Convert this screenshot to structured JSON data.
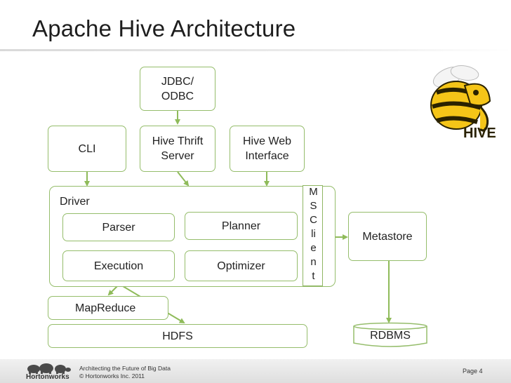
{
  "slide": {
    "title": "Apache Hive Architecture"
  },
  "components": {
    "jdbc_odbc": "JDBC/\nODBC",
    "cli": "CLI",
    "hive_thrift_server": "Hive Thrift\nServer",
    "hive_web_interface": "Hive Web\nInterface",
    "driver": "Driver",
    "parser": "Parser",
    "planner": "Planner",
    "execution": "Execution",
    "optimizer": "Optimizer",
    "ms_client_letters": [
      "M",
      "S",
      "C",
      "li",
      "e",
      "n",
      "t"
    ],
    "metastore": "Metastore",
    "mapreduce": "MapReduce",
    "hdfs": "HDFS",
    "rdbms": "RDBMS"
  },
  "logo": {
    "text": "HIVE",
    "icon": "hive-bee-elephant-icon"
  },
  "footer": {
    "line1": "Architecting the Future of Big Data",
    "line2": "© Hortonworks Inc. 2011",
    "brand": "Hortonworks",
    "brand_icon": "hortonworks-elephants-icon",
    "page": "Page 4"
  },
  "colors": {
    "box_border": "#95bd6b",
    "arrow": "#8fbb5a",
    "title": "#1e1e1e"
  }
}
